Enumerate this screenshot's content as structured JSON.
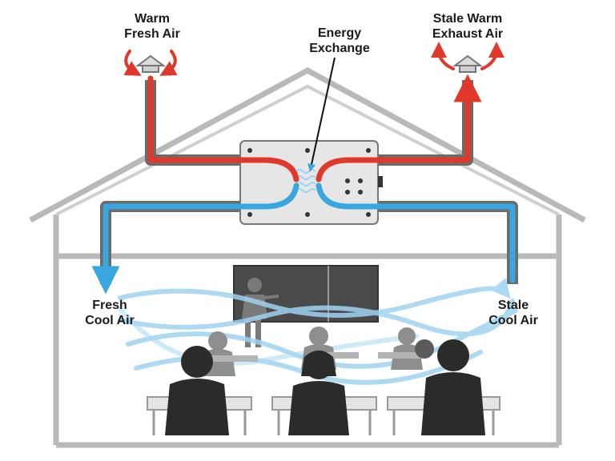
{
  "labels": {
    "warm_fresh_air": [
      "Warm",
      "Fresh Air"
    ],
    "energy_exchange": [
      "Energy",
      "Exchange"
    ],
    "stale_warm_exhaust_air": [
      "Stale Warm",
      "Exhaust Air"
    ],
    "fresh_cool_air": [
      "Fresh",
      "Cool Air"
    ],
    "stale_cool_air": [
      "Stale",
      "Cool Air"
    ]
  },
  "colors": {
    "warm_air": "#e0392b",
    "cool_air": "#3aa6e0",
    "duct": "#6b6b6b",
    "house_outline": "#b9b9b9",
    "unit": "#e6e6e6",
    "board": "#4a4a4a",
    "people": "#2b2b2b",
    "air_flow": "#9fd3f2"
  },
  "icons": {
    "intake_vent": "roof-vent-icon",
    "exhaust_vent": "roof-vent-icon"
  }
}
